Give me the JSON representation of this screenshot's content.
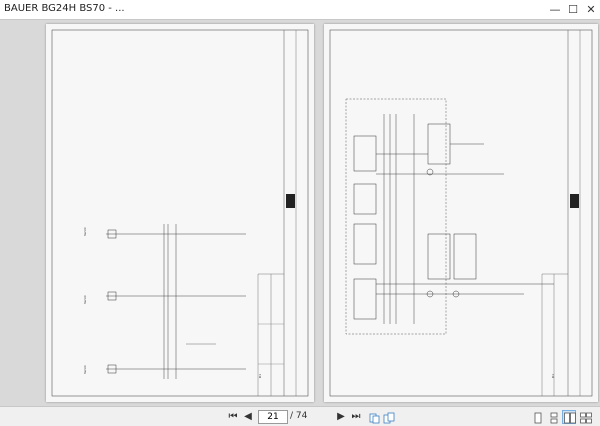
{
  "window": {
    "title": "BAUER BG24H BS70 - ...",
    "minimize": "—",
    "maximize": "☐",
    "close": "✕"
  },
  "document": {
    "left_page_label": "Page 21 schematic",
    "right_page_label": "Page 22 schematic"
  },
  "toolbar": {
    "first_page": "⏮",
    "prev_page": "◀",
    "current_page": "21",
    "page_total": "/ 74",
    "next_page": "▶",
    "last_page": "⏭",
    "views": [
      "single-page-view-icon",
      "continuous-view-icon",
      "two-page-view-icon",
      "two-page-continuous-view-icon"
    ],
    "active_view": 2
  },
  "colors": {
    "accent": "#3c7fc1",
    "page": "#f7f7f7",
    "background": "#d9d9d9"
  }
}
